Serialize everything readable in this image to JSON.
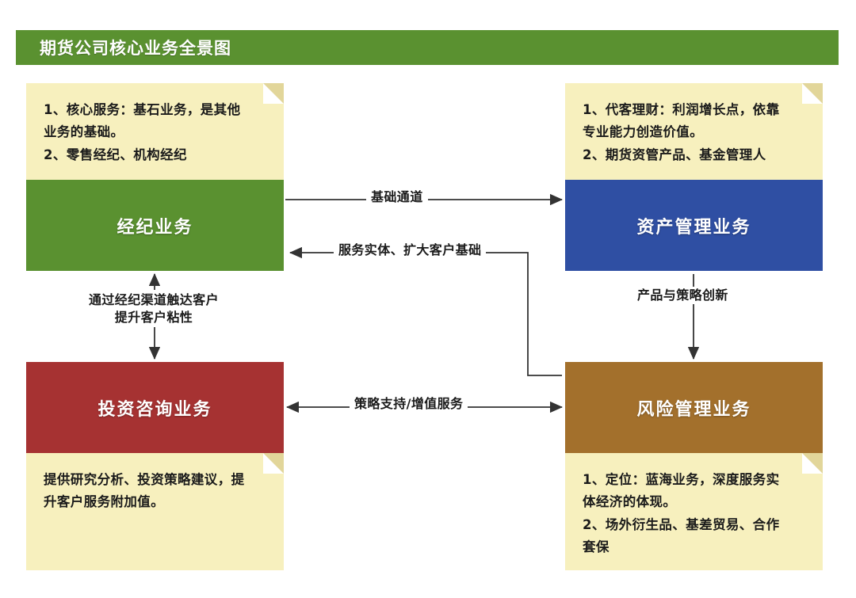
{
  "header": {
    "title": "期货公司核心业务全景图"
  },
  "palette": {
    "green": "#5a9130",
    "blue": "#2f4fa3",
    "red": "#a63232",
    "brown": "#a3702c",
    "note_bg": "#f7f0be",
    "note_fold": "#e2d69a",
    "page_bg": "#ffffff",
    "text_dark": "#1b1b1b",
    "arrow": "#333333"
  },
  "nodes": {
    "broker": {
      "label": "经纪业务",
      "color": "#5a9130"
    },
    "asset": {
      "label": "资产管理业务",
      "color": "#2f4fa3"
    },
    "consult": {
      "label": "投资咨询业务",
      "color": "#a63232"
    },
    "risk": {
      "label": "风险管理业务",
      "color": "#a3702c"
    }
  },
  "notes": {
    "broker": {
      "line1": "1、核心服务：基石业务，是其他",
      "line2": "业务的基础。",
      "line3": "2、零售经纪、机构经纪"
    },
    "asset": {
      "line1": "1、代客理财：利润增长点，依靠",
      "line2": "专业能力创造价值。",
      "line3": "2、期货资管产品、基金管理人"
    },
    "consult": {
      "line1": "提供研究分析、投资策略建议，提",
      "line2": "升客户服务附加值。",
      "line3": ""
    },
    "risk": {
      "line1": "1、定位：蓝海业务，深度服务实",
      "line2": "体经济的体现。",
      "line3": "2、场外衍生品、基差贸易、合作",
      "line4": "套保"
    }
  },
  "edges": {
    "base_channel": {
      "label": "基础通道",
      "from": "broker",
      "to": "asset",
      "direction": "one-way"
    },
    "serve_entity": {
      "label": "服务实体、扩大客户基础",
      "from": "risk",
      "to": "broker",
      "direction": "one-way"
    },
    "reach_customer": {
      "line1": "通过经纪渠道触达客户",
      "line2": "提升客户粘性",
      "from": "broker",
      "to": "consult",
      "direction": "two-way"
    },
    "product_innov": {
      "label": "产品与策略创新",
      "from": "asset",
      "to": "risk",
      "direction": "one-way"
    },
    "strategy_support": {
      "label": "策略支持/增值服务",
      "from": "consult",
      "to": "risk",
      "direction": "two-way"
    }
  }
}
